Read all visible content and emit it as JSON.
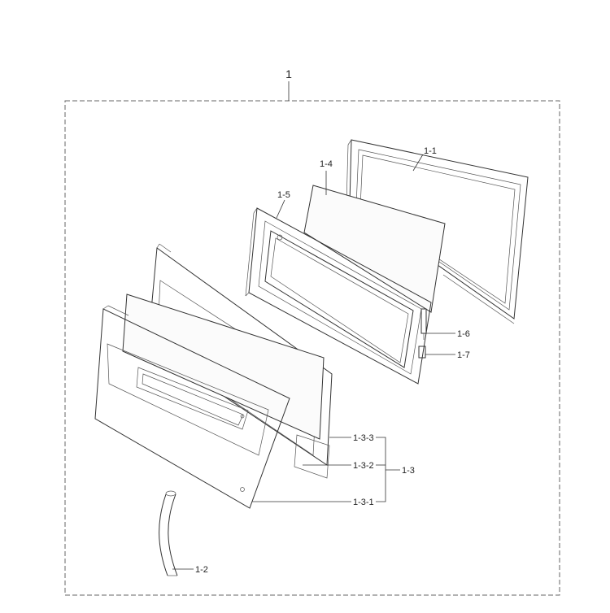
{
  "labels": {
    "assembly": "1",
    "door_frame": "1-1",
    "choke_cover": "1-2",
    "door_panel_assy": "1-3",
    "door_panel_part_1": "1-3-1",
    "door_panel_part_2": "1-3-2",
    "door_panel_part_3": "1-3-3",
    "door_glass": "1-4",
    "door_choke": "1-5",
    "latch_1": "1-6",
    "latch_2": "1-7"
  }
}
